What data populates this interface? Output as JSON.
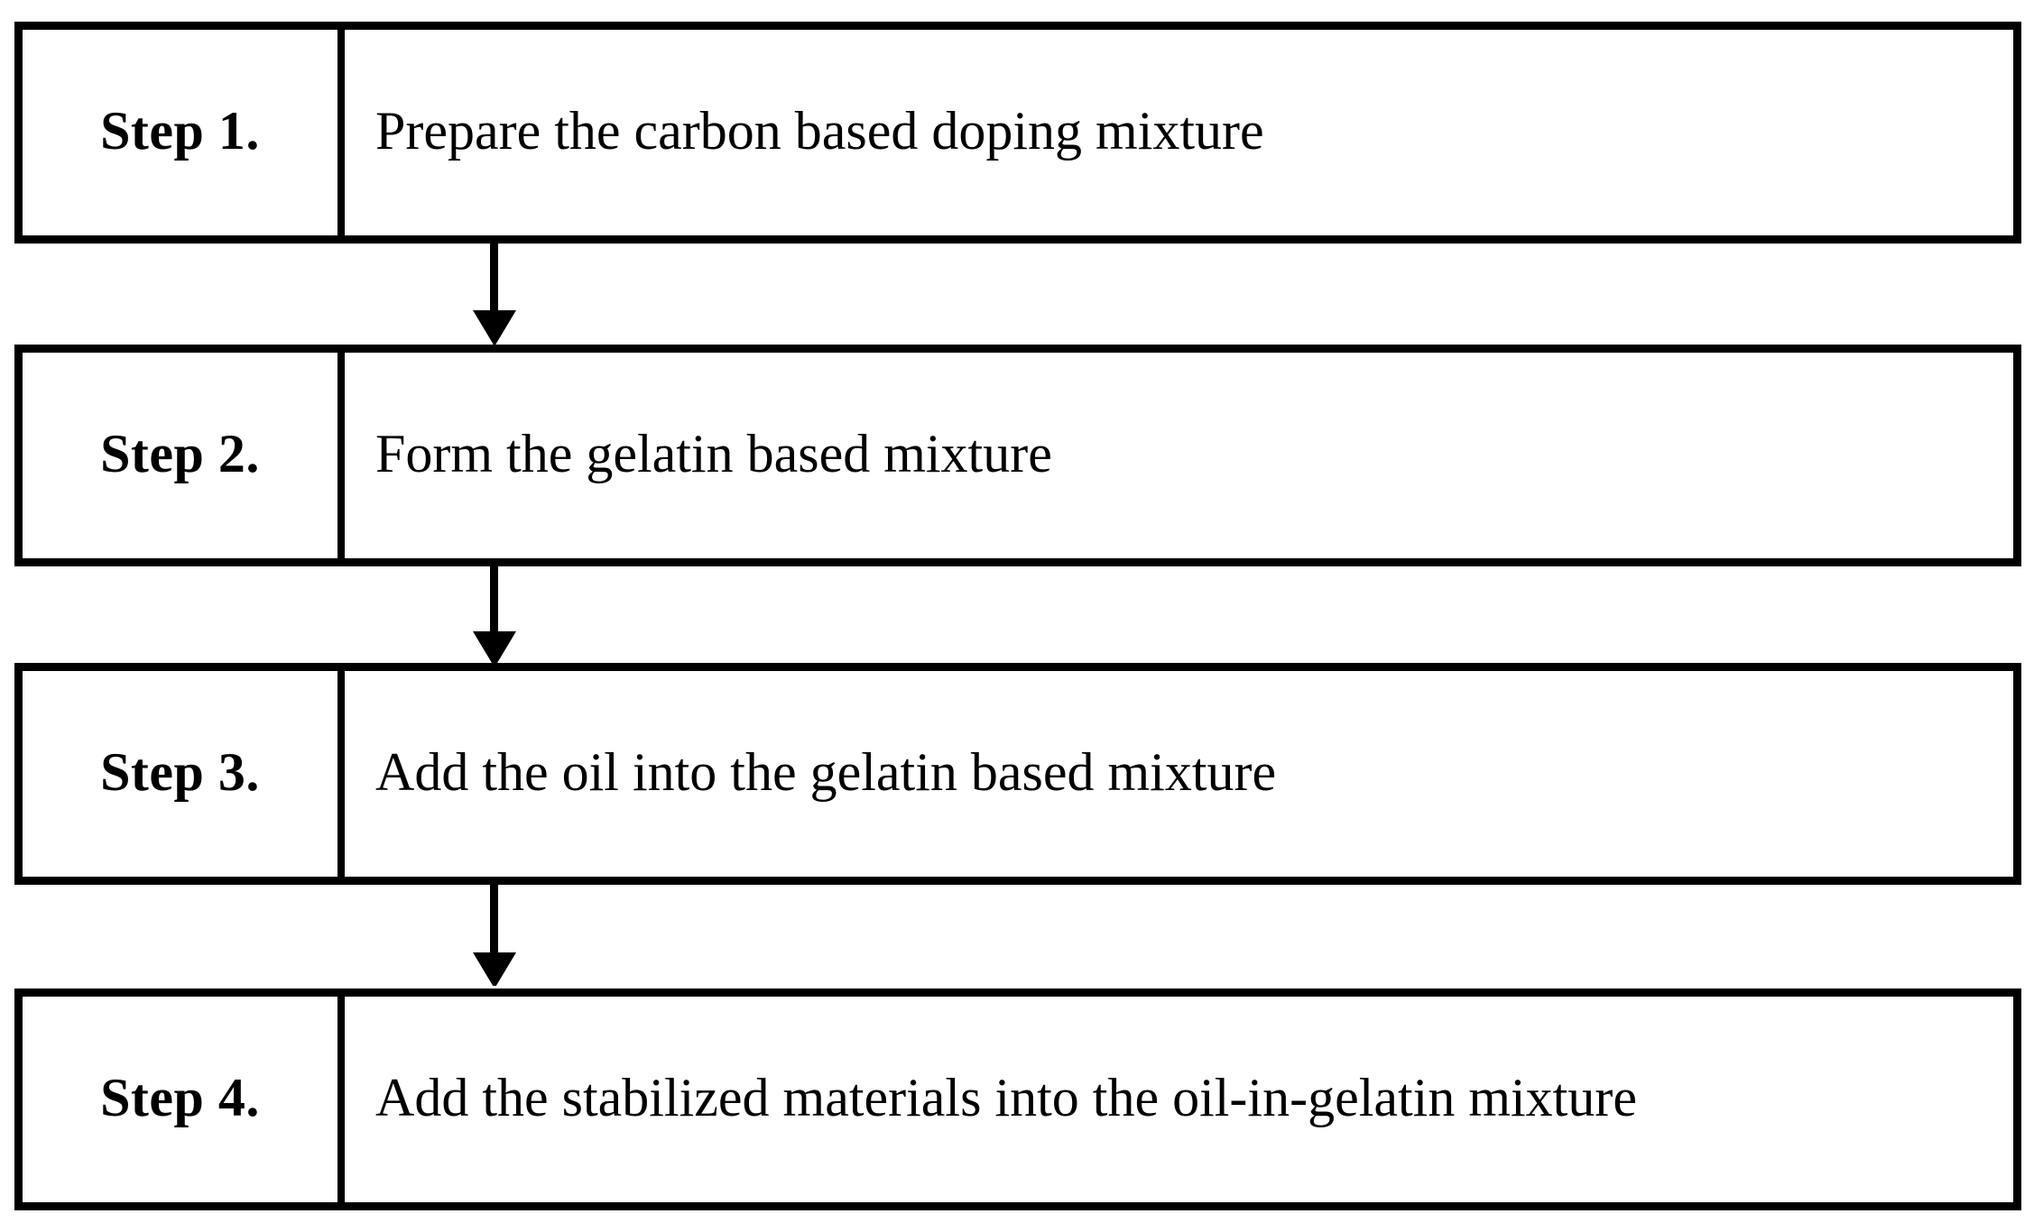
{
  "diagram": {
    "type": "flowchart",
    "orientation": "vertical",
    "title": "",
    "colors": {
      "border": "#000000",
      "background": "#ffffff",
      "text": "#000000",
      "arrow": "#000000"
    },
    "steps": [
      {
        "label": "Step 1.",
        "text": "Prepare the carbon based doping mixture"
      },
      {
        "label": "Step 2.",
        "text": "Form the gelatin based mixture"
      },
      {
        "label": "Step 3.",
        "text": "Add the oil into the gelatin based mixture"
      },
      {
        "label": "Step 4.",
        "text": "Add the stabilized materials into the oil-in-gelatin mixture"
      }
    ],
    "connectors": [
      {
        "from": "Step 1.",
        "to": "Step 2.",
        "icon": "down-arrow-icon"
      },
      {
        "from": "Step 2.",
        "to": "Step 3.",
        "icon": "down-arrow-icon"
      },
      {
        "from": "Step 3.",
        "to": "Step 4.",
        "icon": "down-arrow-icon"
      }
    ]
  }
}
